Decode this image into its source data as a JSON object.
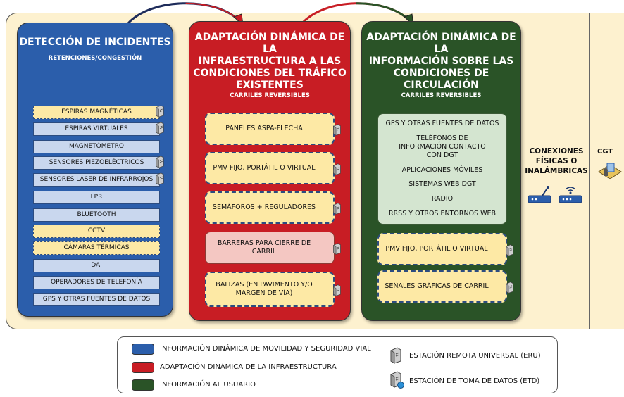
{
  "panels": {
    "detection": {
      "title": "DETECCIÓN DE INCIDENTES",
      "subtitle": "RETENCIONES/CONGESTIÓN",
      "items": [
        "ESPIRAS MAGNÉTICAS",
        "ESPIRAS VIRTUALES",
        "MAGNETÓMETRO",
        "SENSORES PIEZOELÉCTRICOS",
        "SENSORES LÁSER DE INFRARROJOS",
        "LPR",
        "BLUETOOTH",
        "CCTV",
        "CÁMARAS TÉRMICAS",
        "DAI",
        "OPERADORES DE TELEFONÍA",
        "GPS Y OTRAS FUENTES DE DATOS"
      ]
    },
    "infrastructure": {
      "title_lines": [
        "ADAPTACIÓN DINÁMICA DE LA",
        "INFRAESTRUCTURA A LAS",
        "CONDICIONES DEL TRÁFICO",
        "EXISTENTES"
      ],
      "subtitle": "CARRILES REVERSIBLES",
      "boxes": [
        "PANELES ASPA-FLECHA",
        "PMV FIJO, PORTÁTIL O VIRTUAL",
        "SEMÁFOROS + REGULADORES",
        "BARRERAS PARA CIERRE DE CARRIL",
        "BALIZAS (EN PAVIMENTO Y/O MARGEN DE VÍA)"
      ]
    },
    "information": {
      "title_lines": [
        "ADAPTACIÓN DINÁMICA DE LA",
        "INFORMACIÓN SOBRE LAS",
        "CONDICIONES DE",
        "CIRCULACIÓN"
      ],
      "subtitle": "CARRILES REVERSIBLES",
      "list": [
        "GPS Y OTRAS FUENTES DE DATOS",
        "TELÉFONOS DE INFORMACIÓN CONTACTO CON DGT",
        "APLICACIONES MÓVILES",
        "SISTEMAS WEB DGT",
        "RADIO",
        "RRSS Y OTROS ENTORNOS WEB"
      ],
      "boxes": [
        "PMV FIJO, PORTÁTIL O VIRTUAL",
        "SEÑALES GRÁFICAS DE CARRIL"
      ]
    }
  },
  "connections": {
    "label_lines": [
      "CONEXIONES",
      "FÍSICAS O",
      "INALÁMBRICAS"
    ]
  },
  "cgt": {
    "label": "CGT"
  },
  "legend": {
    "items": [
      {
        "color": "#2b5eab",
        "label": "INFORMACIÓN DINÁMICA DE MOVILIDAD Y SEGURIDAD VIAL"
      },
      {
        "color": "#c81d24",
        "label": "ADAPTACIÓN DINÁMICA DE LA INFRAESTRUCTURA"
      },
      {
        "color": "#2a5327",
        "label": "INFORMACIÓN AL USUARIO"
      }
    ],
    "icons": [
      {
        "icon": "server-icon",
        "label": "ESTACIÓN REMOTA UNIVERSAL (ERU)"
      },
      {
        "icon": "data-station-icon",
        "label": "ESTACIÓN DE TOMA DE DATOS (ETD)"
      }
    ]
  },
  "colors": {
    "background": "#fdf1cf",
    "detection": "#2b5eab",
    "infrastructure": "#c81d24",
    "information": "#2a5327",
    "item_blue": "#c9d7ee",
    "item_yellow": "#fde9a5",
    "item_pink": "#f4c7c2",
    "item_green": "#d4e5d0"
  }
}
